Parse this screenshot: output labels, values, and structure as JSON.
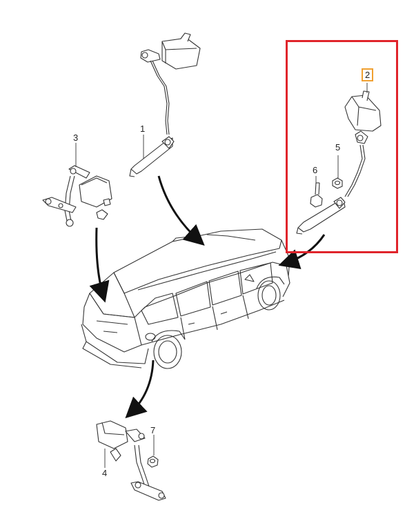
{
  "diagram": {
    "part_labels": {
      "p1": "1",
      "p2": "2",
      "p3": "3",
      "p4": "4",
      "p5": "5",
      "p6": "6",
      "p7": "7"
    },
    "colors": {
      "highlight_frame": "#e0242b",
      "selected_label_border": "#f0a030",
      "line": "#333333",
      "arrow": "#111111"
    }
  }
}
